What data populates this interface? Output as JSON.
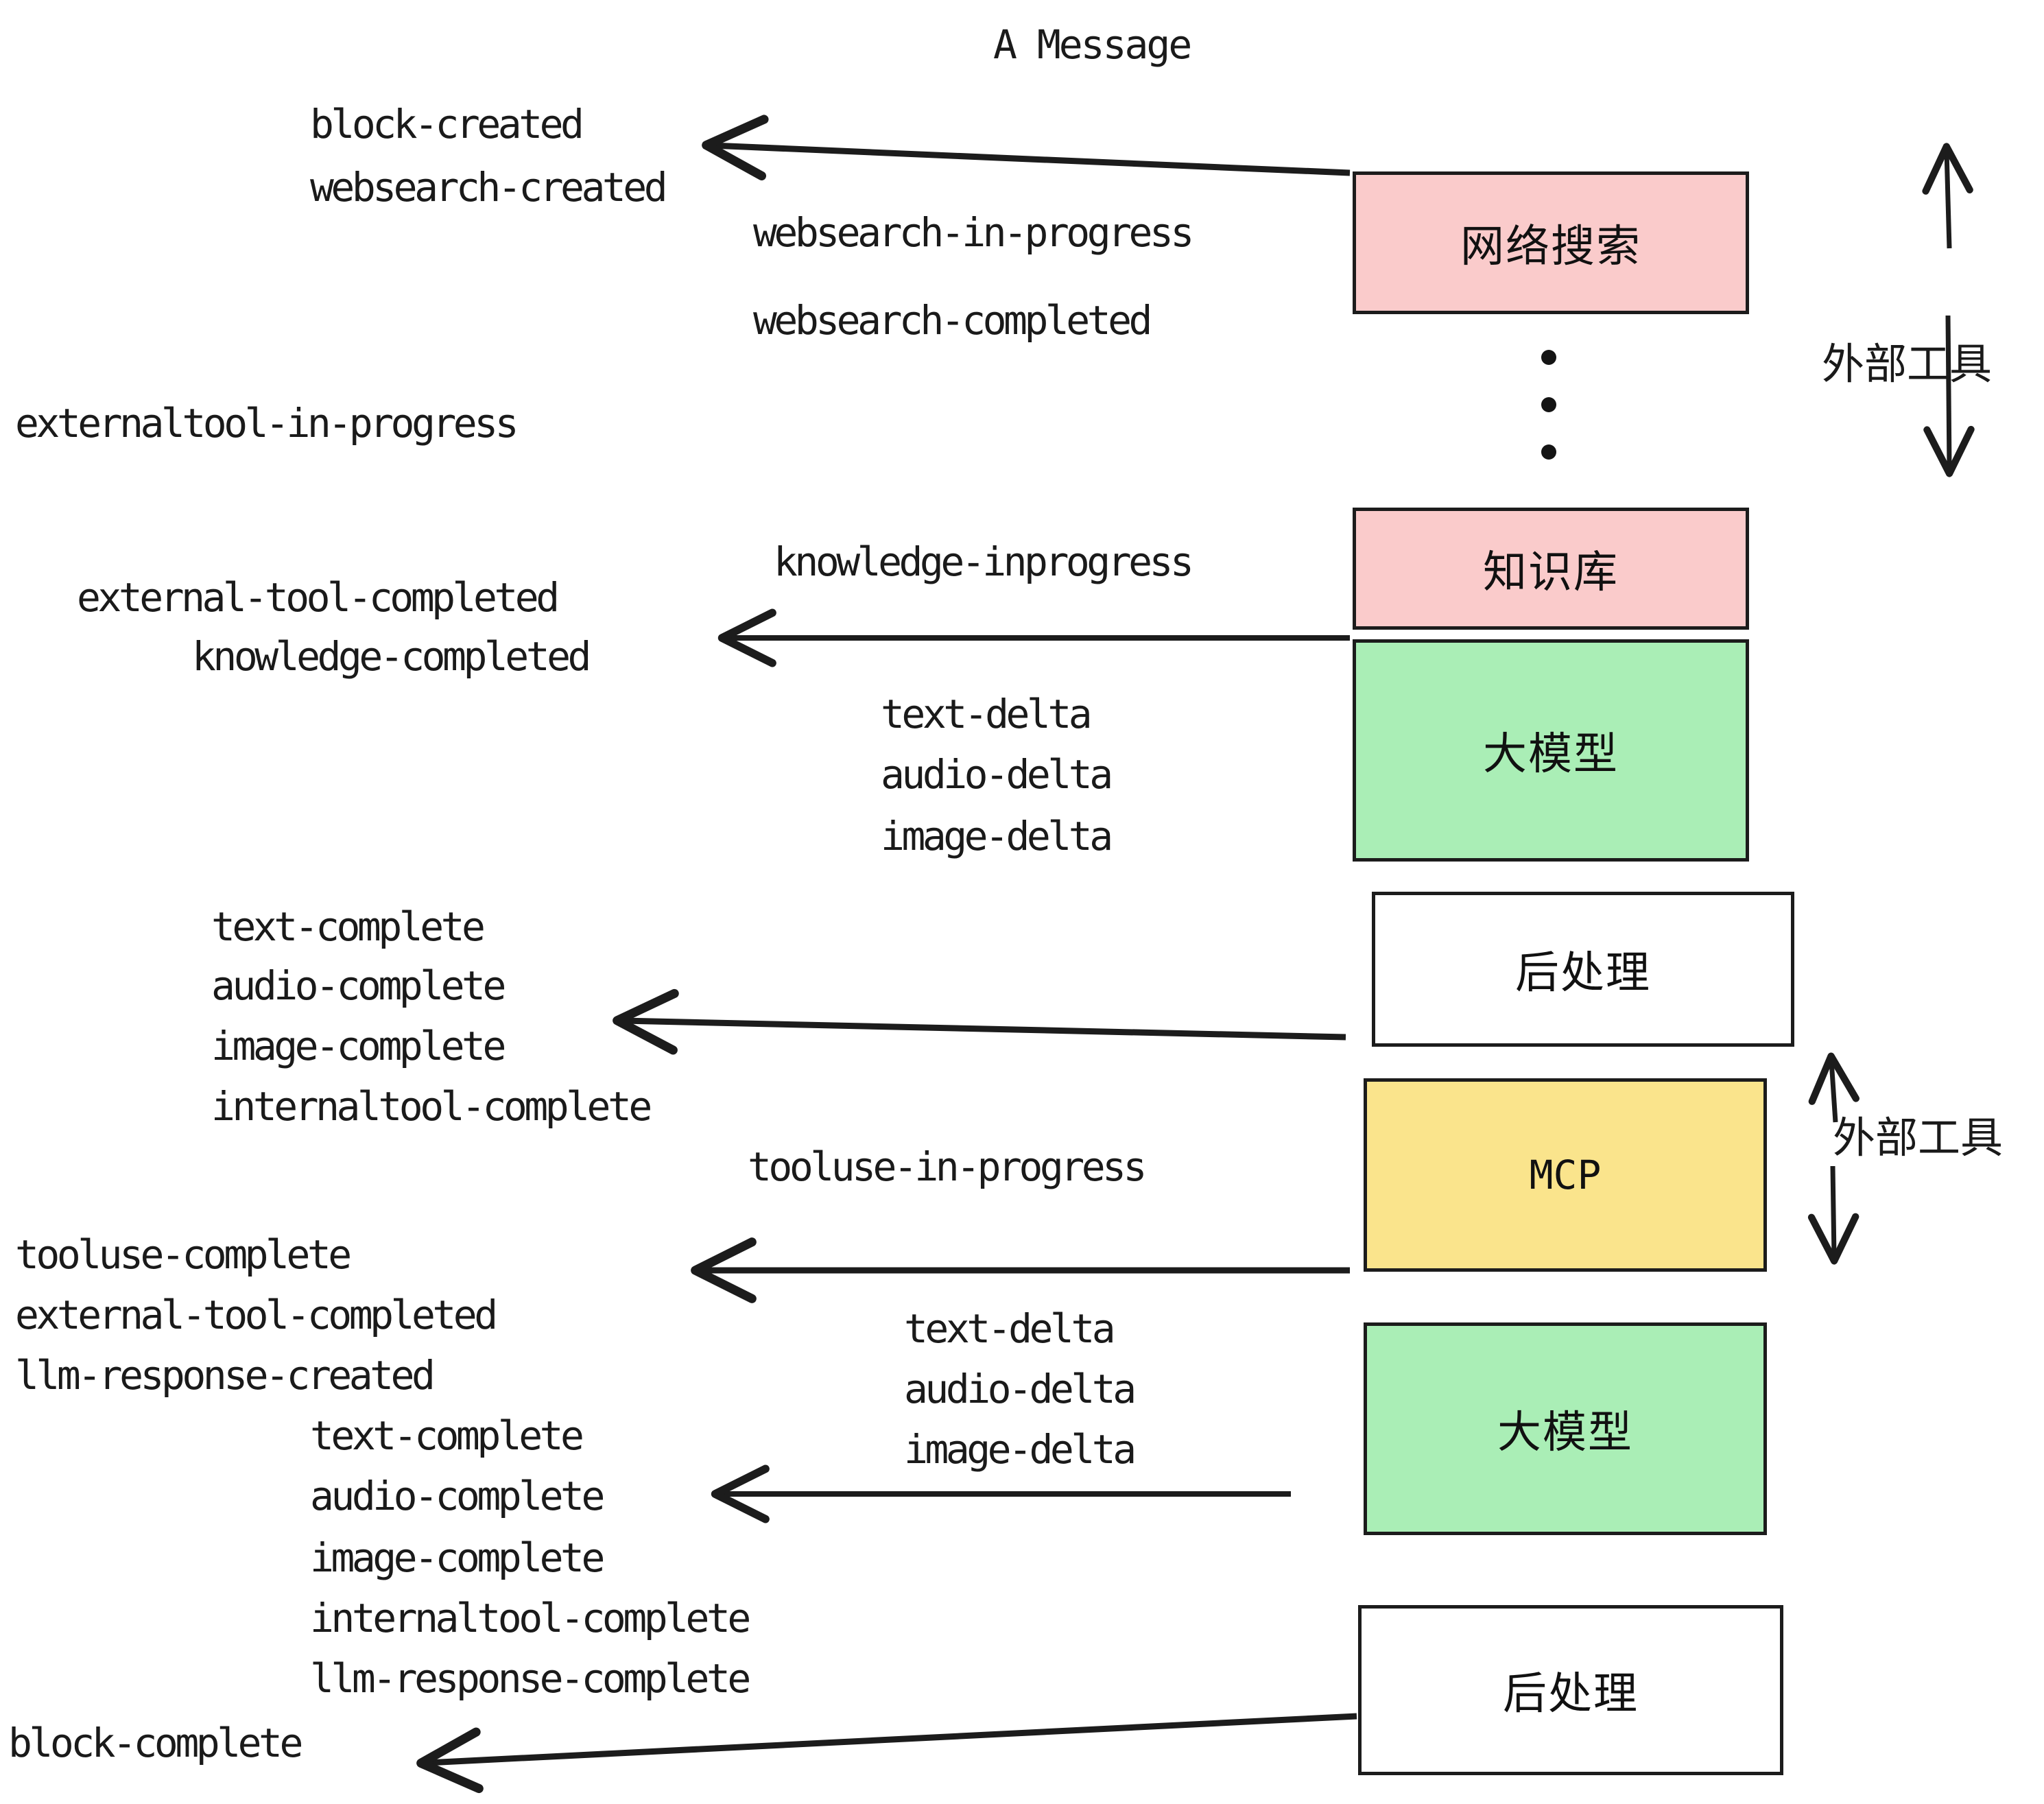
{
  "title": "A Message",
  "colors": {
    "pink": "#FACBCB",
    "green": "#AAEEB6",
    "yellow": "#FAE48C",
    "white": "#FFFFFF",
    "stroke": "#1C1C1C",
    "text": "#1A1A1A"
  },
  "nodes": [
    {
      "id": "websearch",
      "label": "网络搜索",
      "fill": "#FACBCB"
    },
    {
      "id": "knowledge",
      "label": "知识库",
      "fill": "#FACBCB"
    },
    {
      "id": "llm-1",
      "label": "大模型",
      "fill": "#AAEEB6"
    },
    {
      "id": "postprocess-1",
      "label": "后处理",
      "fill": "#FFFFFF"
    },
    {
      "id": "mcp",
      "label": "MCP",
      "fill": "#FAE48C"
    },
    {
      "id": "llm-2",
      "label": "大模型",
      "fill": "#AAEEB6"
    },
    {
      "id": "postprocess-2",
      "label": "后处理",
      "fill": "#FFFFFF"
    }
  ],
  "side_labels": [
    {
      "id": "external-tool-top",
      "text": "外部工具"
    },
    {
      "id": "external-tool-bottom",
      "text": "外部工具"
    }
  ],
  "events": [
    {
      "id": "block-created",
      "text": "block-created"
    },
    {
      "id": "websearch-created",
      "text": "websearch-created"
    },
    {
      "id": "websearch-in-progress",
      "text": "websearch-in-progress"
    },
    {
      "id": "websearch-completed",
      "text": "websearch-completed"
    },
    {
      "id": "externaltool-in-progress",
      "text": "externaltool-in-progress"
    },
    {
      "id": "knowledge-inprogress",
      "text": "knowledge-inprogress"
    },
    {
      "id": "external-tool-completed-1",
      "text": "external-tool-completed"
    },
    {
      "id": "knowledge-completed",
      "text": "knowledge-completed"
    },
    {
      "id": "text-delta-1",
      "text": "text-delta"
    },
    {
      "id": "audio-delta-1",
      "text": "audio-delta"
    },
    {
      "id": "image-delta-1",
      "text": "image-delta"
    },
    {
      "id": "text-complete-1",
      "text": "text-complete"
    },
    {
      "id": "audio-complete-1",
      "text": "audio-complete"
    },
    {
      "id": "image-complete-1",
      "text": "image-complete"
    },
    {
      "id": "internaltool-complete-1",
      "text": "internaltool-complete"
    },
    {
      "id": "tooluse-in-progress",
      "text": "tooluse-in-progress"
    },
    {
      "id": "tooluse-complete",
      "text": "tooluse-complete"
    },
    {
      "id": "external-tool-completed-2",
      "text": "external-tool-completed"
    },
    {
      "id": "llm-response-created",
      "text": "llm-response-created"
    },
    {
      "id": "text-delta-2",
      "text": "text-delta"
    },
    {
      "id": "audio-delta-2",
      "text": "audio-delta"
    },
    {
      "id": "image-delta-2",
      "text": "image-delta"
    },
    {
      "id": "text-complete-2",
      "text": "text-complete"
    },
    {
      "id": "audio-complete-2",
      "text": "audio-complete"
    },
    {
      "id": "image-complete-2",
      "text": "image-complete"
    },
    {
      "id": "internaltool-complete-2",
      "text": "internaltool-complete"
    },
    {
      "id": "llm-response-complete",
      "text": "llm-response-complete"
    },
    {
      "id": "block-complete",
      "text": "block-complete"
    }
  ],
  "ellipsis": {
    "id": "vertical-ellipsis",
    "dot_count": 3
  }
}
